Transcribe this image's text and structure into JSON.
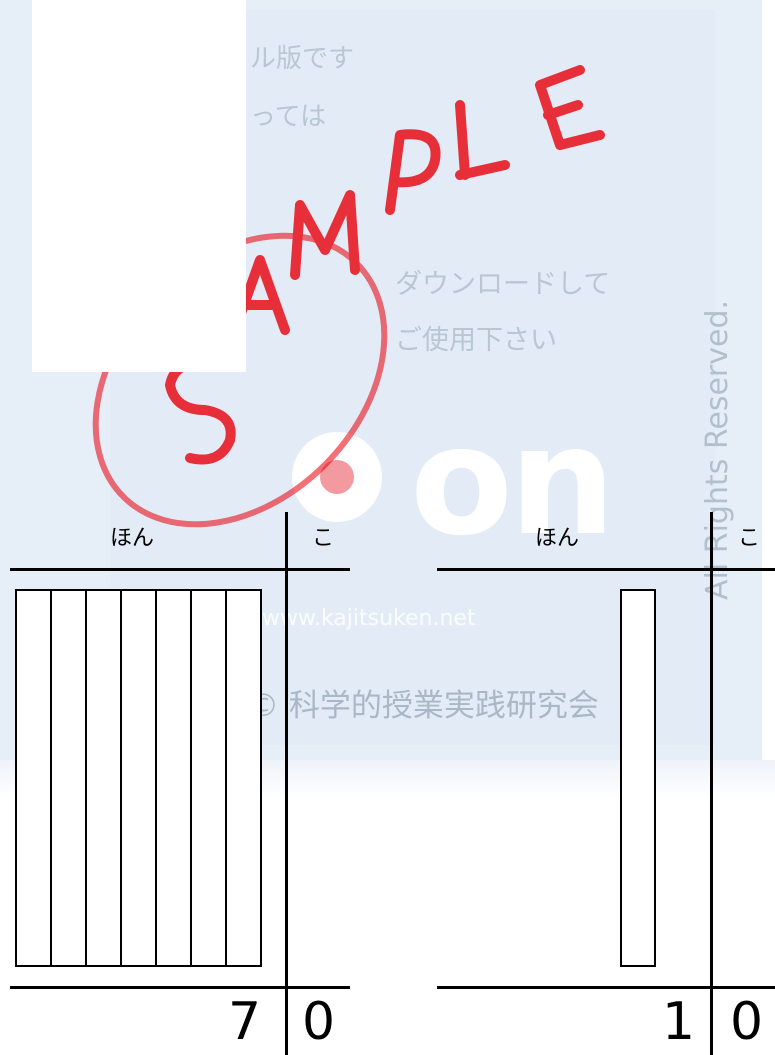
{
  "watermark": {
    "line1": "ル版です",
    "line2": "っては",
    "line3": "ダウンロードして",
    "line4": "ご使用下さい",
    "brand": "on",
    "url": "www.kajitsuken.net",
    "copyright": "©  科学的授業実践研究会",
    "rights": "All Rights Reserved.",
    "stamp": "SAMPLE",
    "stamp_color": "#e8000b"
  },
  "worksheets": [
    {
      "col_tens": "ほん",
      "col_ones": "こ",
      "rods": 7,
      "tens_digit": "7",
      "ones_digit": "0"
    },
    {
      "col_tens": "ほん",
      "col_ones": "こ",
      "rods": 1,
      "tens_digit": "1",
      "ones_digit": "0"
    }
  ]
}
